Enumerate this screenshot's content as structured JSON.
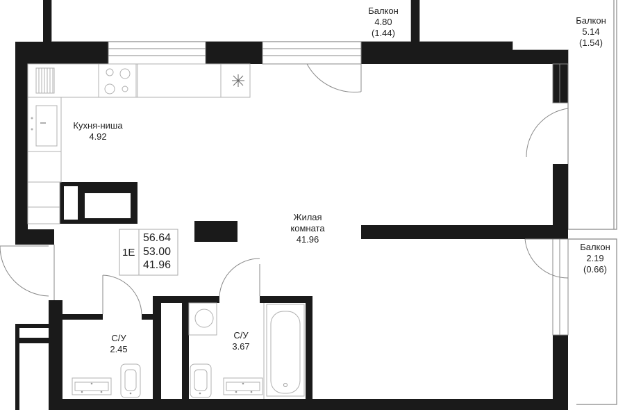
{
  "rooms": {
    "balcony_top": {
      "name": "Балкон",
      "area": "4.80",
      "area_coef": "(1.44)"
    },
    "balcony_right": {
      "name": "Балкон",
      "area": "5.14",
      "area_coef": "(1.54)"
    },
    "balcony_lower": {
      "name": "Балкон",
      "area": "2.19",
      "area_coef": "(0.66)"
    },
    "kitchen": {
      "name": "Кухня-ниша",
      "area": "4.92"
    },
    "living": {
      "name_line1": "Жилая",
      "name_line2": "комната",
      "area": "41.96"
    },
    "bath1": {
      "name": "С/У",
      "area": "2.45"
    },
    "bath2": {
      "name": "С/У",
      "area": "3.67"
    }
  },
  "apartment": {
    "code": "1E",
    "total_area": "56.64",
    "area_no_balcony": "53.00",
    "living_area": "41.96"
  },
  "colors": {
    "wall": "#1a1a1a",
    "line": "#888888",
    "fixture": "#b0b0b0"
  }
}
